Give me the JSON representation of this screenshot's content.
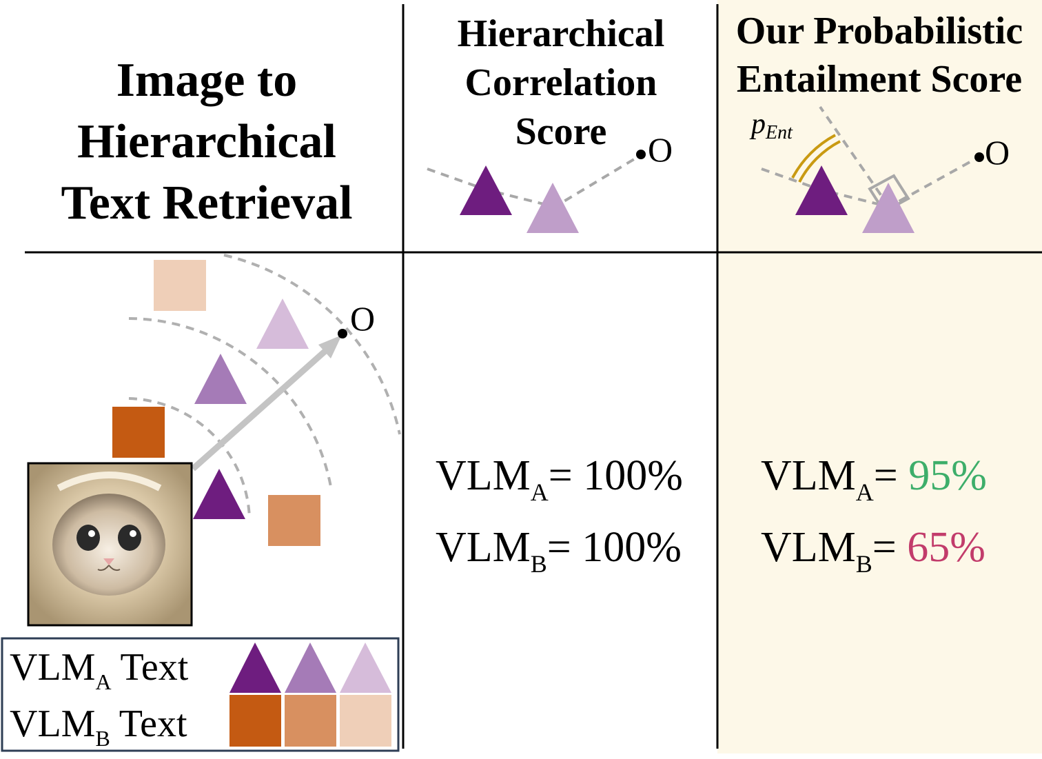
{
  "titles": {
    "left": [
      "Image to",
      "Hierarchical",
      "Text Retrieval"
    ],
    "middle": [
      "Hierarchical",
      "Correlation",
      "Score"
    ],
    "right": [
      "Our Probabilistic",
      "Entailment Score"
    ]
  },
  "origin_label": "O",
  "angle_label": {
    "base": "p",
    "subscript": "Ent"
  },
  "middle_scores": [
    {
      "model": "VLM",
      "sub": "A",
      "eq": "=",
      "value": " 100%"
    },
    {
      "model": "VLM",
      "sub": "B",
      "eq": "=",
      "value": " 100%"
    }
  ],
  "right_scores": [
    {
      "model": "VLM",
      "sub": "A",
      "eq": "=",
      "value": " 95%",
      "color": "#3dae6a"
    },
    {
      "model": "VLM",
      "sub": "B",
      "eq": "=",
      "value": " 65%",
      "color": "#c23c6b"
    }
  ],
  "legend": [
    {
      "model": "VLM",
      "sub": "A",
      "suffix": " Text",
      "shape": "triangle",
      "colors": [
        "#6e1d7f",
        "#a57bb7",
        "#d6bcda"
      ]
    },
    {
      "model": "VLM",
      "sub": "B",
      "suffix": " Text",
      "shape": "square",
      "colors": [
        "#c45a12",
        "#d89060",
        "#efcfb8"
      ]
    }
  ],
  "colors": {
    "highlight_panel": "#fdf8e8",
    "angle_arc": "#c99a12",
    "dashed_line": "#a8a8a8",
    "arrow": "#c4c4c4"
  },
  "icons": [
    "cat-photo",
    "origin-dot",
    "right-angle-marker",
    "angle-arc"
  ]
}
